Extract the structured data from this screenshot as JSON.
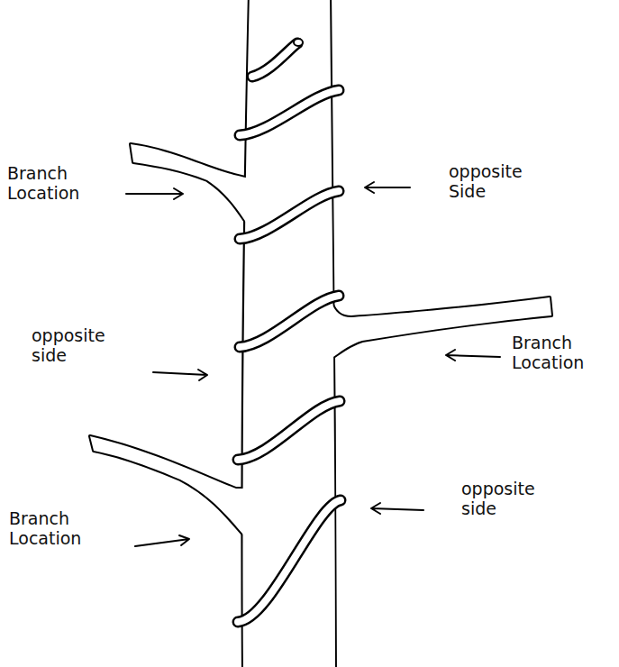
{
  "diagram": {
    "labels": [
      "Branch Location",
      "opposite Side",
      "opposite side",
      "Branch Location",
      "opposite side",
      "Branch Location"
    ]
  }
}
